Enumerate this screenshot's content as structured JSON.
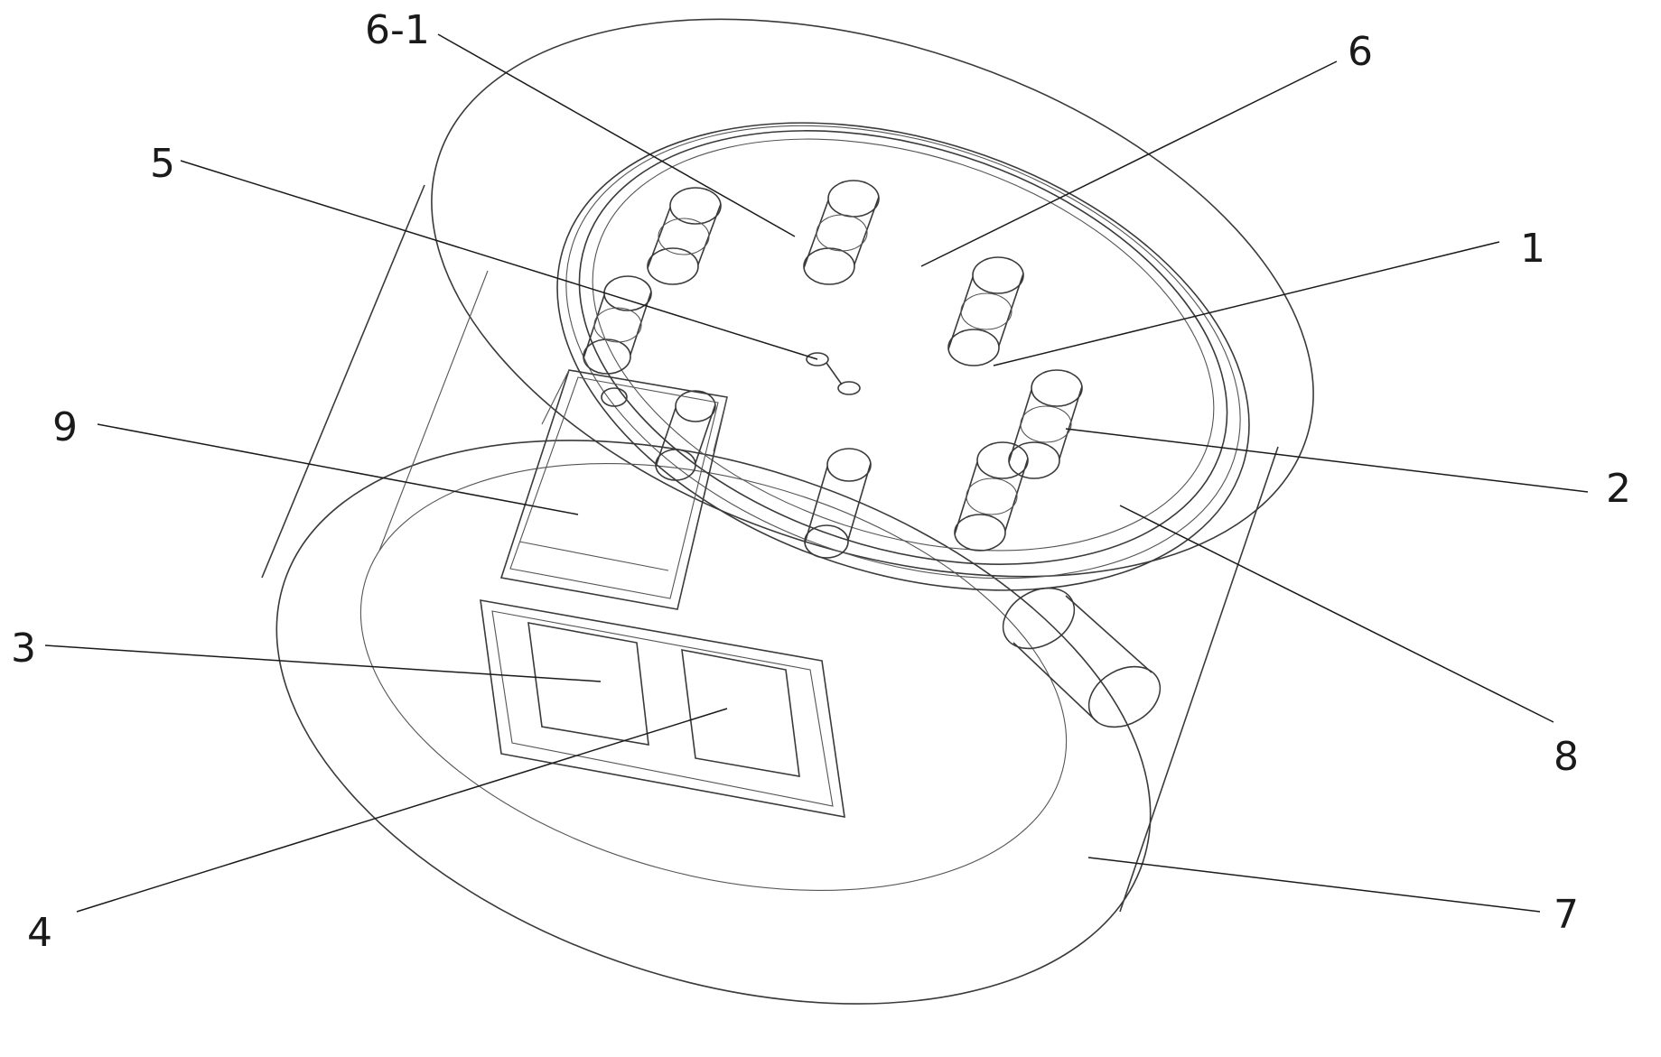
{
  "labels": {
    "l6_1": "6-1",
    "l6": "6",
    "l5": "5",
    "l1": "1",
    "l9": "9",
    "l2": "2",
    "l3": "3",
    "l8": "8",
    "l4": "4",
    "l7": "7"
  },
  "colors": {
    "line": "#3a3a3a",
    "text": "#1a1a1a",
    "background": "#ffffff"
  }
}
